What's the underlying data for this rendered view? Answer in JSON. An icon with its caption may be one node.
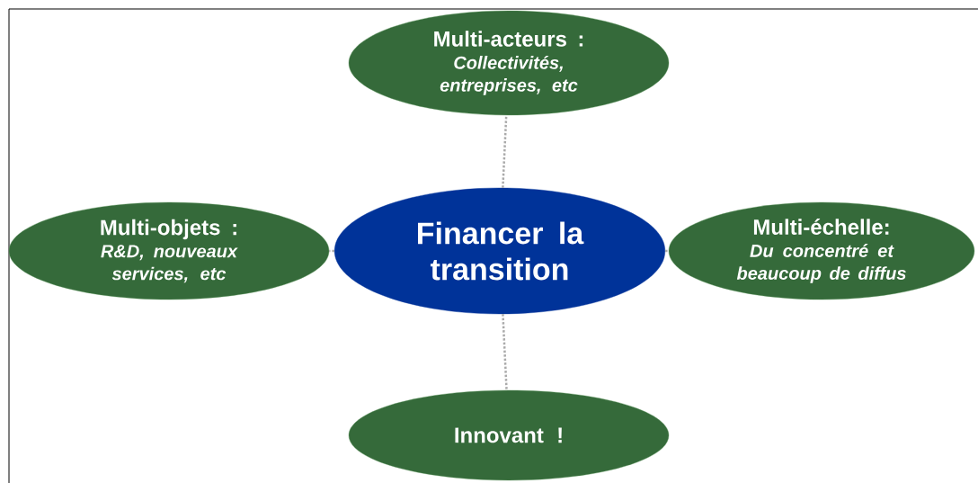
{
  "diagram": {
    "nodes": [
      {
        "text": [
          "Financer la transition"
        ]
      },
      {
        "text": [
          "Multi-acteurs :",
          "Collectivités, entreprises, etc"
        ]
      },
      {
        "text": [
          "Multi-objets :",
          "R&D, nouveaux services, etc"
        ]
      },
      {
        "text": [
          "Multi-échelle:",
          "Du concentré et beaucoup de diffus"
        ]
      },
      {
        "text": [
          "Innovant !"
        ]
      }
    ],
    "edges": [
      {
        "from": 0,
        "to": 1,
        "arrow": "none"
      },
      {
        "from": 0,
        "to": 2,
        "arrow": "none"
      },
      {
        "from": 0,
        "to": 3,
        "arrow": "none"
      },
      {
        "from": 0,
        "to": 4,
        "arrow": "none"
      }
    ]
  }
}
